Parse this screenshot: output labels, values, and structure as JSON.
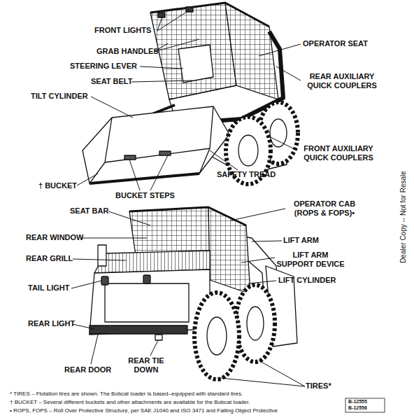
{
  "diagram": {
    "labels": [
      "FRONT LIGHTS",
      "OPERATOR SEAT",
      "GRAB HANDLES",
      "STEERING LEVER",
      "REAR AUXILIARY QUICK COUPLERS",
      "SEAT BELT",
      "TILT CYLINDER",
      "FRONT AUXILIARY QUICK COUPLERS",
      "SAFETY TREAD",
      "† BUCKET",
      "BUCKET STEPS",
      "Dealer Copy -- Not for Resale",
      "OPERATOR CAB (ROPS & FOPS)•",
      "SEAT BAR",
      "REAR WINDOW",
      "LIFT ARM",
      "LIFT ARM SUPPORT DEVICE",
      "REAR GRILL",
      "LIFT CYLINDER",
      "TAIL LIGHT",
      "REAR LIGHT",
      "REAR TIE DOWN",
      "REAR DOOR",
      "TIRES*",
      "B-12555",
      "B-12556",
      "* TIRES – Flotation tires are shown. The Bobcat loader is based–equipped with standard tires.",
      "† BUCKET – Several different buckets and other attachments are available for the Bobcat loader.",
      "• ROPS, FOPS – Roll Over Protective Structure, per SAE J1040 and ISO 3471 and Falling Object Protective"
    ]
  }
}
